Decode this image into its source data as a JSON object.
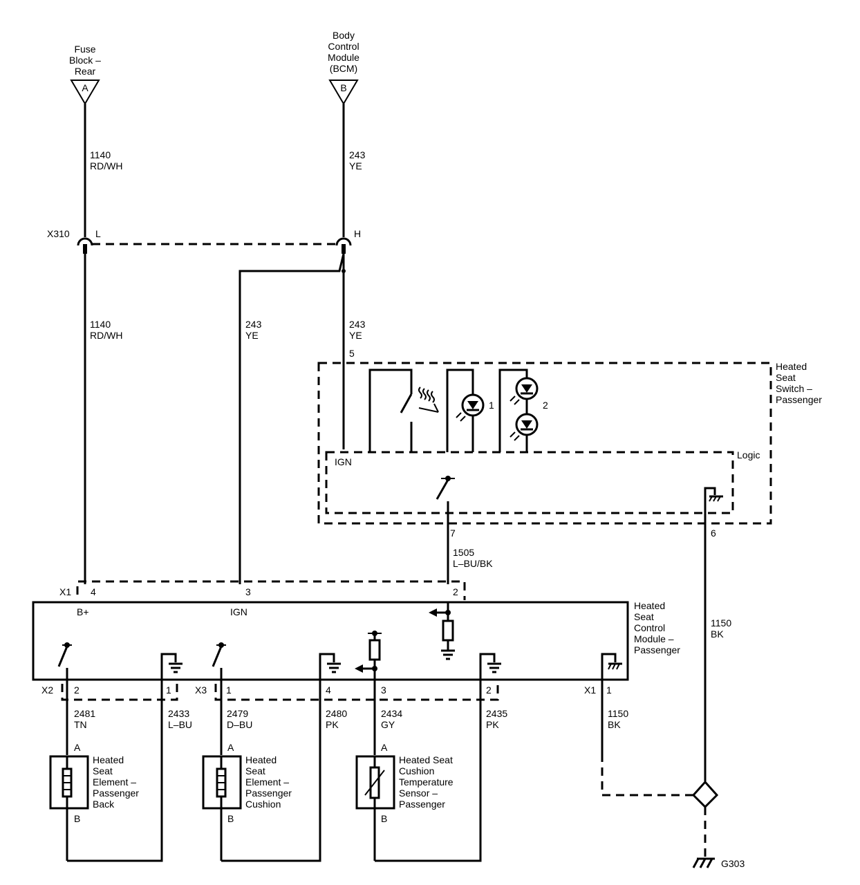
{
  "sources": {
    "fuse_block": {
      "letter": "A",
      "label_lines": [
        "Fuse",
        "Block –",
        "Rear"
      ]
    },
    "bcm": {
      "letter": "B",
      "label_lines": [
        "Body",
        "Control",
        "Module",
        "(BCM)"
      ]
    }
  },
  "wires": {
    "w1140_top": {
      "num": "1140",
      "color": "RD/WH"
    },
    "w243_top": {
      "num": "243",
      "color": "YE"
    },
    "w1140_mid": {
      "num": "1140",
      "color": "RD/WH"
    },
    "w243_mid_left": {
      "num": "243",
      "color": "YE"
    },
    "w243_mid_right": {
      "num": "243",
      "color": "YE"
    },
    "w1505": {
      "num": "1505",
      "color": "L–BU/BK"
    },
    "w1150_right": {
      "num": "1150",
      "color": "BK"
    },
    "w2481": {
      "num": "2481",
      "color": "TN"
    },
    "w2433": {
      "num": "2433",
      "color": "L–BU"
    },
    "w2479": {
      "num": "2479",
      "color": "D–BU"
    },
    "w2480": {
      "num": "2480",
      "color": "PK"
    },
    "w2434": {
      "num": "2434",
      "color": "GY"
    },
    "w2435": {
      "num": "2435",
      "color": "PK"
    },
    "w1150_left": {
      "num": "1150",
      "color": "BK"
    }
  },
  "connector_x310": {
    "name": "X310",
    "pin_l": "L",
    "pin_h": "H"
  },
  "switch": {
    "label_lines": [
      "Heated",
      "Seat",
      "Switch –",
      "Passenger"
    ],
    "logic": "Logic",
    "ign": "IGN",
    "pin5": "5",
    "pin7": "7",
    "pin6": "6",
    "led1": "1",
    "led2": "2"
  },
  "module": {
    "label_lines": [
      "Heated",
      "Seat",
      "Control",
      "Module –",
      "Passenger"
    ],
    "b_plus": "B+",
    "ign": "IGN",
    "x1_top": {
      "name": "X1",
      "pins": [
        "4",
        "3",
        "2"
      ]
    },
    "x2": {
      "name": "X2",
      "pins": [
        "2",
        "1"
      ]
    },
    "x3": {
      "name": "X3",
      "pins": [
        "1",
        "4",
        "3",
        "2"
      ]
    },
    "x1_bottom": {
      "name": "X1",
      "pins": [
        "1"
      ]
    }
  },
  "components": {
    "back_element": {
      "pin_a": "A",
      "pin_b": "B",
      "label_lines": [
        "Heated",
        "Seat",
        "Element –",
        "Passenger",
        "Back"
      ]
    },
    "cushion_element": {
      "pin_a": "A",
      "pin_b": "B",
      "label_lines": [
        "Heated",
        "Seat",
        "Element –",
        "Passenger",
        "Cushion"
      ]
    },
    "temp_sensor": {
      "pin_a": "A",
      "pin_b": "B",
      "label_lines": [
        "Heated Seat",
        "Cushion",
        "Temperature",
        "Sensor –",
        "Passenger"
      ]
    }
  },
  "ground": {
    "name": "G303"
  }
}
